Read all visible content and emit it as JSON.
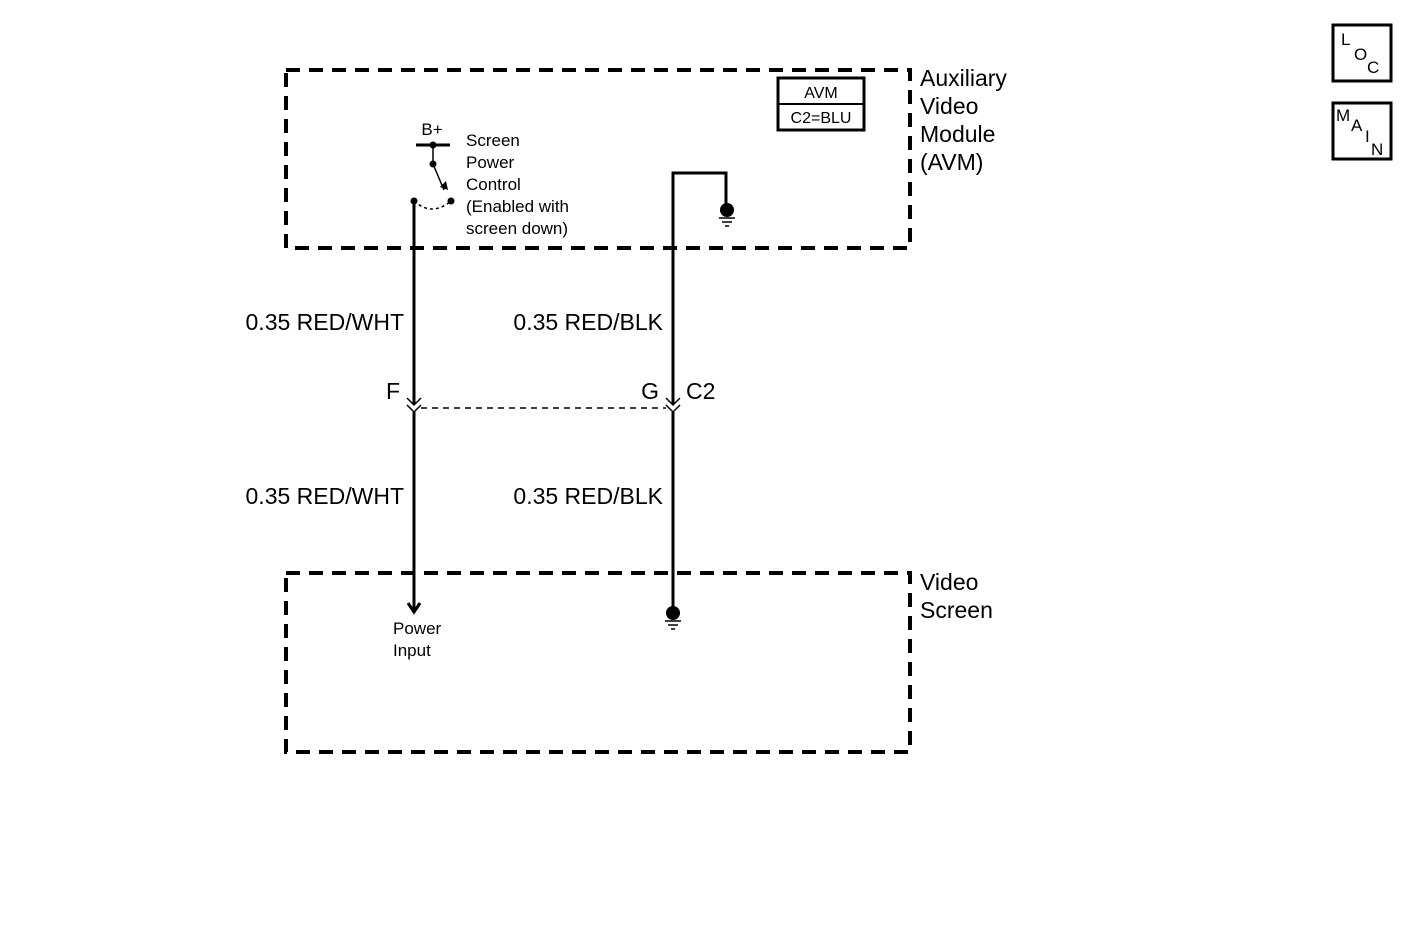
{
  "modules": {
    "avm": {
      "name_lines": [
        "Auxiliary",
        "Video",
        "Module",
        "(AVM)"
      ],
      "connector_name": "AVM",
      "connector_color": "C2=BLU"
    },
    "video_screen": {
      "name_lines": [
        "Video",
        "Screen"
      ],
      "power_input_lines": [
        "Power",
        "Input"
      ]
    }
  },
  "switch": {
    "supply": "B+",
    "label_lines": [
      "Screen",
      "Power",
      "Control",
      "(Enabled with",
      "screen down)"
    ]
  },
  "wires": {
    "left_upper": "0.35 RED/WHT",
    "right_upper": "0.35 RED/BLK",
    "left_lower": "0.35 RED/WHT",
    "right_lower": "0.35 RED/BLK"
  },
  "connector": {
    "pin_left": "F",
    "pin_right": "G",
    "id": "C2"
  },
  "nav": {
    "loc": [
      "L",
      "O",
      "C"
    ],
    "main": [
      "M",
      "A",
      "I",
      "N"
    ]
  }
}
